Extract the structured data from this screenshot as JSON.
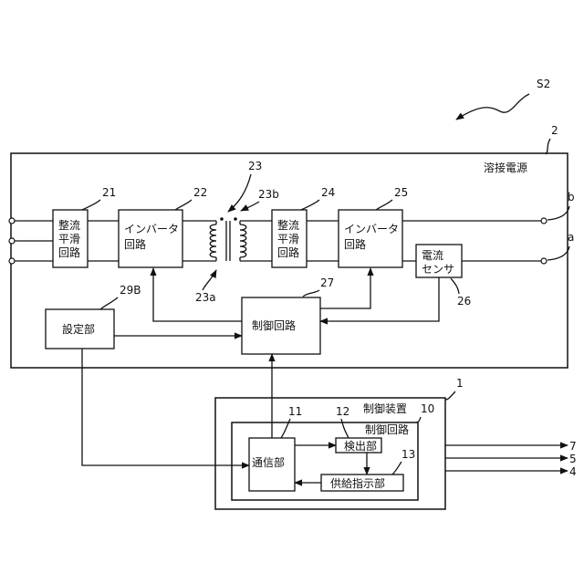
{
  "figure_label": "S2",
  "power_source": {
    "title": "溶接電源",
    "ref": "2",
    "terminal_b": "b",
    "terminal_a": "a",
    "rectifier_in": {
      "lines": [
        "整流",
        "平滑",
        "回路"
      ],
      "ref": "21"
    },
    "inverter_in": {
      "lines": [
        "インバータ",
        "回路"
      ],
      "ref": "22"
    },
    "transformer": {
      "ref": "23",
      "primary_ref": "23a",
      "secondary_ref": "23b"
    },
    "rectifier_out": {
      "lines": [
        "整流",
        "平滑",
        "回路"
      ],
      "ref": "24"
    },
    "inverter_out": {
      "lines": [
        "インバータ",
        "回路"
      ],
      "ref": "25"
    },
    "current_sensor": {
      "lines": [
        "電流",
        "センサ"
      ],
      "ref": "26"
    },
    "control_circuit": {
      "label": "制御回路",
      "ref": "27"
    },
    "setting_unit": {
      "label": "設定部",
      "ref": "29B"
    }
  },
  "control_device": {
    "title": "制御装置",
    "ref": "1",
    "circuit": {
      "title": "制御回路",
      "ref": "10"
    },
    "comm": {
      "label": "通信部",
      "ref": "11"
    },
    "detect": {
      "label": "検出部",
      "ref": "12"
    },
    "supply": {
      "label": "供給指示部",
      "ref": "13"
    },
    "outputs": [
      "7",
      "5",
      "4"
    ]
  }
}
